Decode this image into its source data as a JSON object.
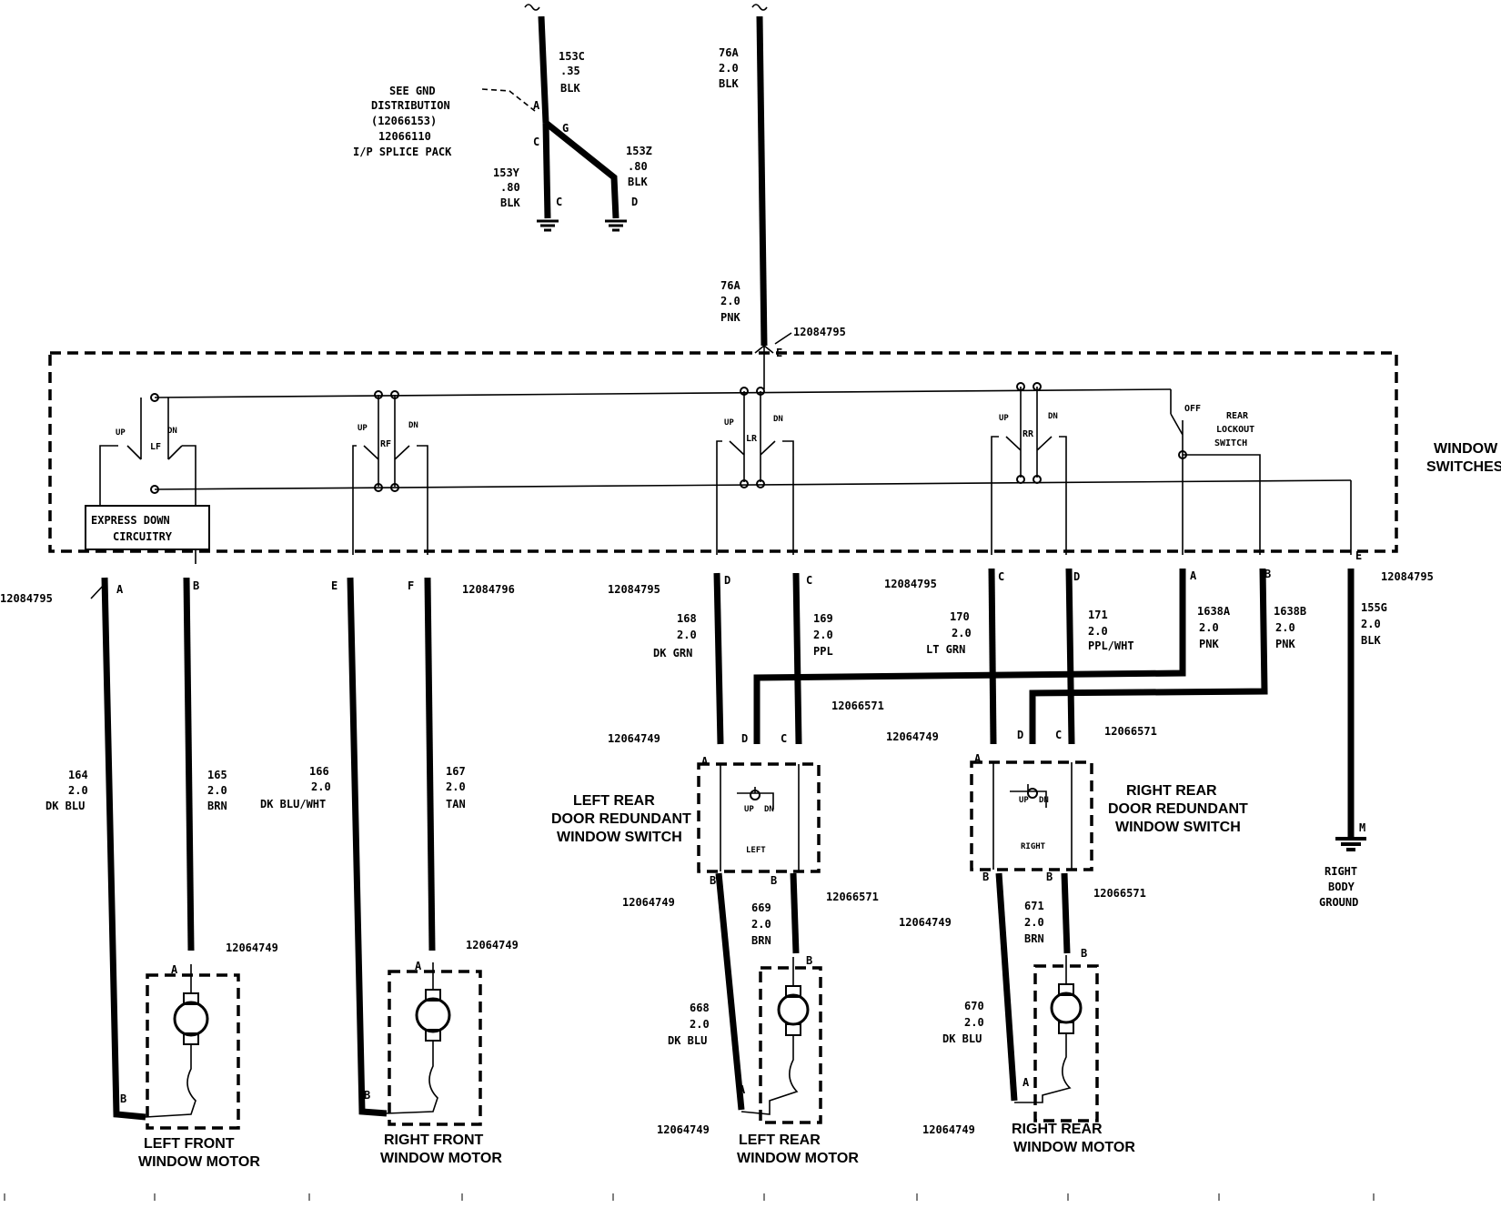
{
  "gnd_dist": {
    "note_lines": [
      "SEE GND",
      "DISTRIBUTION",
      "(12066153)",
      "12066110",
      "I/P SPLICE PACK"
    ],
    "wire_153c": [
      "153C",
      ".35",
      "BLK"
    ],
    "wire_153y": [
      "153Y",
      ".80",
      "BLK"
    ],
    "wire_153z": [
      "153Z",
      ".80",
      "BLK"
    ],
    "pins": {
      "a": "A",
      "c": "C",
      "g": "G",
      "c2": "C",
      "d": "D"
    }
  },
  "feed": {
    "wire_top": [
      "76A",
      "2.0",
      "BLK"
    ],
    "wire_bottom": [
      "76A",
      "2.0",
      "PNK"
    ],
    "connector": "12084795",
    "pin": "E"
  },
  "window_switches": {
    "title": [
      "WINDOW",
      "SWITCHES"
    ],
    "express": [
      "EXPRESS DOWN",
      "CIRCUITRY"
    ],
    "switches": [
      {
        "label": "LF",
        "up": "UP",
        "dn": "DN"
      },
      {
        "label": "RF",
        "up": "UP",
        "dn": "DN"
      },
      {
        "label": "LR",
        "up": "UP",
        "dn": "DN"
      },
      {
        "label": "RR",
        "up": "UP",
        "dn": "DN"
      }
    ],
    "lockout": {
      "off": "OFF",
      "label": [
        "REAR",
        "LOCKOUT",
        "SWITCH"
      ]
    }
  },
  "bottom_connectors": {
    "c1": "12084795",
    "c2": "12084796",
    "c3": "12084795",
    "c4": "12084795",
    "c5": "12084795",
    "pins": [
      "A",
      "B",
      "E",
      "F",
      "D",
      "C",
      "C",
      "D",
      "A",
      "B",
      "E"
    ]
  },
  "wires": [
    {
      "id": "164",
      "lines": [
        "164",
        "2.0",
        "DK BLU"
      ]
    },
    {
      "id": "165",
      "lines": [
        "165",
        "2.0",
        "BRN"
      ]
    },
    {
      "id": "166",
      "lines": [
        "166",
        "2.0",
        "DK BLU/WHT"
      ]
    },
    {
      "id": "167",
      "lines": [
        "167",
        "2.0",
        "TAN"
      ]
    },
    {
      "id": "168",
      "lines": [
        "168",
        "2.0",
        "DK GRN"
      ]
    },
    {
      "id": "169",
      "lines": [
        "169",
        "2.0",
        "PPL"
      ]
    },
    {
      "id": "170",
      "lines": [
        "170",
        "2.0",
        "LT GRN"
      ]
    },
    {
      "id": "171",
      "lines": [
        "171",
        "2.0",
        "PPL/WHT"
      ]
    },
    {
      "id": "1638A",
      "lines": [
        "1638A",
        "2.0",
        "PNK"
      ]
    },
    {
      "id": "1638B",
      "lines": [
        "1638B",
        "2.0",
        "PNK"
      ]
    },
    {
      "id": "155G",
      "lines": [
        "155G",
        "2.0",
        "BLK"
      ]
    },
    {
      "id": "669",
      "lines": [
        "669",
        "2.0",
        "BRN"
      ]
    },
    {
      "id": "668",
      "lines": [
        "668",
        "2.0",
        "DK BLU"
      ]
    },
    {
      "id": "671",
      "lines": [
        "671",
        "2.0",
        "BRN"
      ]
    },
    {
      "id": "670",
      "lines": [
        "670",
        "2.0",
        "DK BLU"
      ]
    }
  ],
  "lr_switch": {
    "title": [
      "LEFT REAR",
      "DOOR REDUNDANT",
      "WINDOW SWITCH"
    ],
    "inner": "LEFT",
    "up": "UP",
    "dn": "DN",
    "conn_top_a": "12064749",
    "conn_top_b": "12066571",
    "conn_bot_a": "12064749",
    "conn_bot_b": "12066571",
    "pins": {
      "top_d": "D",
      "top_c": "C",
      "top_a": "A",
      "bot_b1": "B",
      "bot_b2": "B"
    }
  },
  "rr_switch": {
    "title": [
      "RIGHT REAR",
      "DOOR REDUNDANT",
      "WINDOW SWITCH"
    ],
    "inner": "RIGHT",
    "up": "UP",
    "dn": "DN",
    "conn_top_a": "12064749",
    "conn_top_b": "12066571",
    "conn_bot_a": "12064749",
    "conn_bot_b": "12066571",
    "pins": {
      "top_d": "D",
      "top_c": "C",
      "top_a": "A",
      "bot_b1": "B",
      "bot_b2": "B"
    }
  },
  "motors": [
    {
      "label": [
        "LEFT FRONT",
        "WINDOW MOTOR"
      ],
      "conn": "12064749",
      "pin_top": "A",
      "pin_bot": "B"
    },
    {
      "label": [
        "RIGHT FRONT",
        "WINDOW MOTOR"
      ],
      "conn": "12064749",
      "pin_top": "A",
      "pin_bot": "B"
    },
    {
      "label": [
        "LEFT REAR",
        "WINDOW MOTOR"
      ],
      "conn": "12064749",
      "pin_top": "B",
      "pin_bot": "A"
    },
    {
      "label": [
        "RIGHT REAR",
        "WINDOW MOTOR"
      ],
      "conn": "12064749",
      "pin_top": "B",
      "pin_bot": "A"
    }
  ],
  "ground": {
    "label": [
      "RIGHT",
      "BODY",
      "GROUND"
    ],
    "pin": "M"
  }
}
